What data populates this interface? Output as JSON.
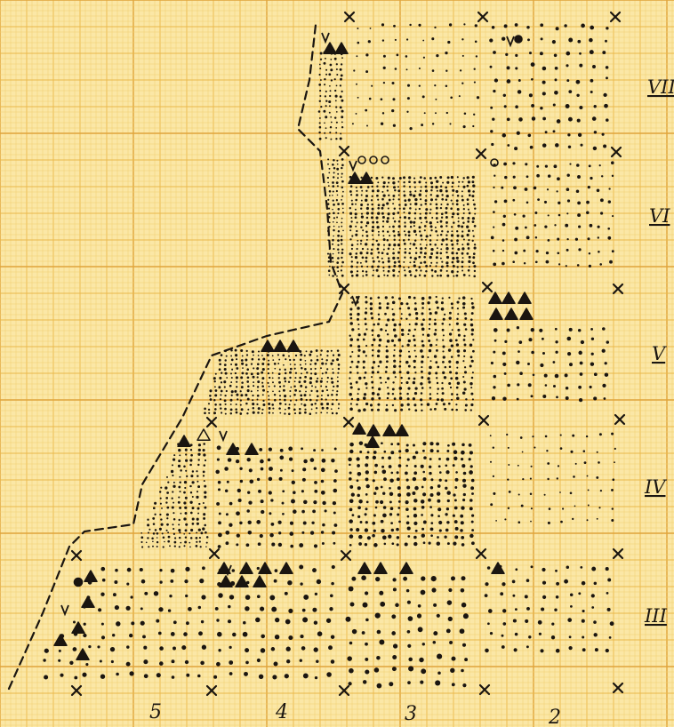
{
  "columns": [
    "5",
    "4",
    "3",
    "2"
  ],
  "rows": [
    "VII",
    "VI",
    "V",
    "IV",
    "III"
  ],
  "colors": {
    "paper": "#fbe7a6",
    "grid_fine": "#f1cf6e",
    "grid_mid": "#eab84a",
    "grid_major": "#e0a43a",
    "ink": "#1a1510"
  },
  "symbols": {
    "triangle": "triangle-marker-icon",
    "check": "v-marker-icon",
    "circle": "circle-marker-icon",
    "filled_circle": "filled-circle-marker-icon",
    "cross": "cross-marker-icon"
  }
}
